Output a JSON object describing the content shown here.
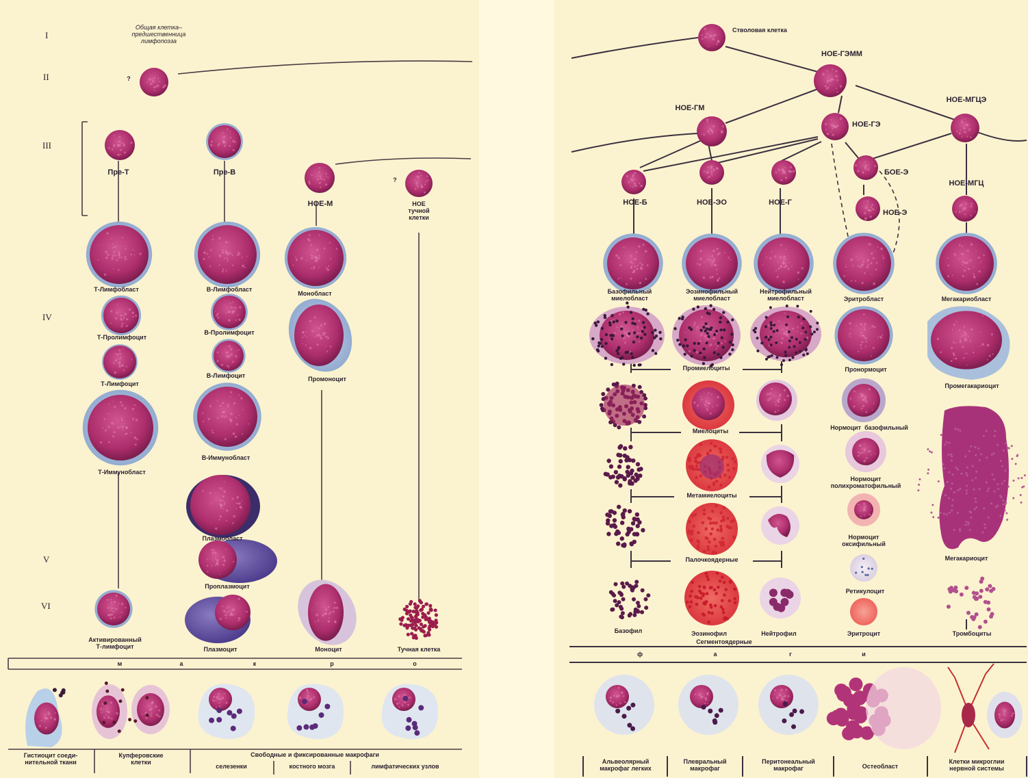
{
  "roman_levels": [
    "I",
    "II",
    "III",
    "IV",
    "V",
    "VI"
  ],
  "left": {
    "top_note": "Общая клетка–\nпредшественница\nлимфопоэза",
    "q1": "?",
    "q2": "?",
    "pre_t": "Пре-Т",
    "pre_b": "Пре-В",
    "noe_m": "НОЕ-М",
    "noe_mast": "НОЕ\nтучной\nклетки",
    "t_lymphoblast": "Т-Лимфобласт",
    "t_prolymph": "Т-Пролимфоцит",
    "t_lymph": "Т-Лимфоцит",
    "t_immuno": "Т-Иммунобласт",
    "b_lymphoblast": "В-Лимфобласт",
    "b_prolymph": "В-Пролимфоцит",
    "b_lymph": "В-Лимфоцит",
    "b_immuno": "В-Иммунобласт",
    "plasmoblast": "Плазмобласт",
    "proplasm": "Проплазмоцит",
    "plasmocyte": "Плазмоцит",
    "monoblast": "Монобласт",
    "promonocyte": "Промоноцит",
    "monocyte": "Моноцит",
    "mast": "Тучная клетка",
    "act_t": "Активированный\nТ-лимфоцит",
    "macro_letters": [
      "м",
      "а",
      "к",
      "р",
      "о"
    ],
    "bottom": {
      "histio": "Гистиоцит соеди-\nнительной ткани",
      "kupffer": "Купферовские\nклетки",
      "free": "Свободные и фиксированные макрофаги",
      "spleen": "селезенки",
      "marrow": "костного мозга",
      "lymph": "лимфатических узлов"
    }
  },
  "right": {
    "stem": "Стволовая клетка",
    "gemm": "НОЕ-ГЭММ",
    "gm": "НОЕ-ГМ",
    "ge": "НОЕ-ГЭ",
    "mgce": "НОЕ-МГЦЭ",
    "b": "НОЕ-Б",
    "eo": "НОЕ-ЭО",
    "g": "НОЕ-Г",
    "boe": "БОЕ-Э",
    "noe_e": "НОЕ-Э",
    "mgc": "НОЕ-МГЦ",
    "baso_mb": "Базофильный\nмиелобласт",
    "eos_mb": "Эозинофильный\nмиелобласт",
    "neut_mb": "Нейтрофильный\nмиелобласт",
    "erythroblast": "Эритробласт",
    "megakaryoblast": "Мегакариобласт",
    "promyelocytes": "Промиелоциты",
    "pronormocyte": "Пронормоцит",
    "promegakaryocyte": "Промегакариоцит",
    "myelocytes": "Миелоциты",
    "norm_baso": "Нормоцит  базофильный",
    "norm_poly": "Нормоцит\nполихроматофильный",
    "metamyelocytes": "Метамиелоциты",
    "norm_oxy": "Нормоцит\nоксифильный",
    "band": "Палочкоядерные",
    "megakaryocyte": "Мегакариоцит",
    "reticulocyte": "Ретикулоцит",
    "basophil": "Базофил",
    "eosinophil": "Эозинофил",
    "neutrophil": "Нейтрофил",
    "segmented": "Сегментоядерные",
    "erythrocyte": "Эритроцит",
    "platelets": "Тромбоциты",
    "macro_letters": [
      "ф",
      "а",
      "г",
      "и"
    ],
    "bottom": {
      "alveolar": "Альвеолярный\nмакрофаг легких",
      "pleural": "Плевральный\nмакрофаг",
      "peritoneal": "Перитонеальный\nмакрофаг",
      "osteoblast": "Остеобласт",
      "microglia": "Клетки микроглии\nнервной системы"
    }
  },
  "colors": {
    "paper": "#fbf3cf",
    "nucleus": "#b0306e",
    "cytoplasm": "#a9bfdc",
    "eosin": "#e8454a",
    "basophil_granule": "#3a1a3a"
  }
}
